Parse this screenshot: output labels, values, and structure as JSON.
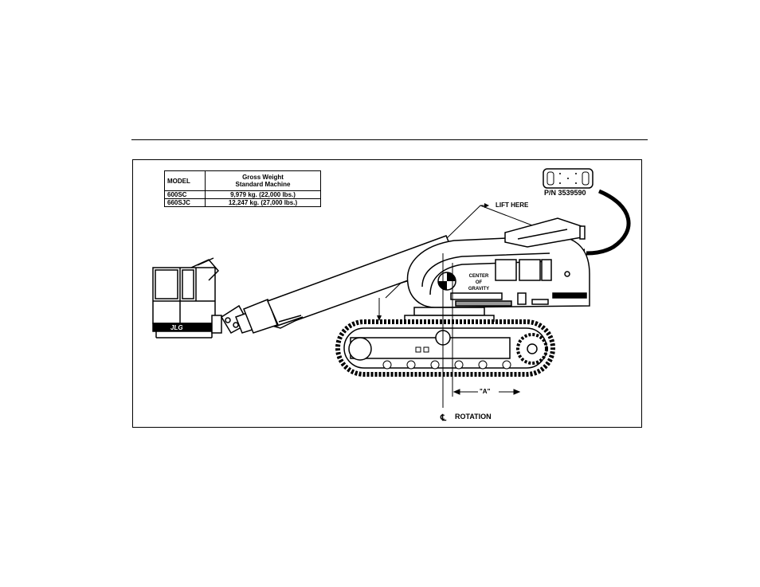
{
  "table": {
    "header_model": "MODEL",
    "header_weight_line1": "Gross Weight",
    "header_weight_line2": "Standard Machine",
    "rows": [
      {
        "model": "600SC",
        "weight": "9,979 kg. (22,000 lbs.)"
      },
      {
        "model": "660SJC",
        "weight": "12,247 kg. (27,000 lbs.)"
      }
    ]
  },
  "labels": {
    "part_number": "P/N 3539590",
    "lift_here": "LIFT HERE",
    "center_of_gravity_1": "CENTER",
    "center_of_gravity_2": "OF",
    "center_of_gravity_3": "GRAVITY",
    "dimension_a": "\"A\"",
    "rotation": "ROTATION",
    "centerline_symbol": "℄",
    "brand": "JLG"
  },
  "colors": {
    "line": "#000000",
    "background": "#ffffff",
    "shade": "#9a9a9a"
  }
}
